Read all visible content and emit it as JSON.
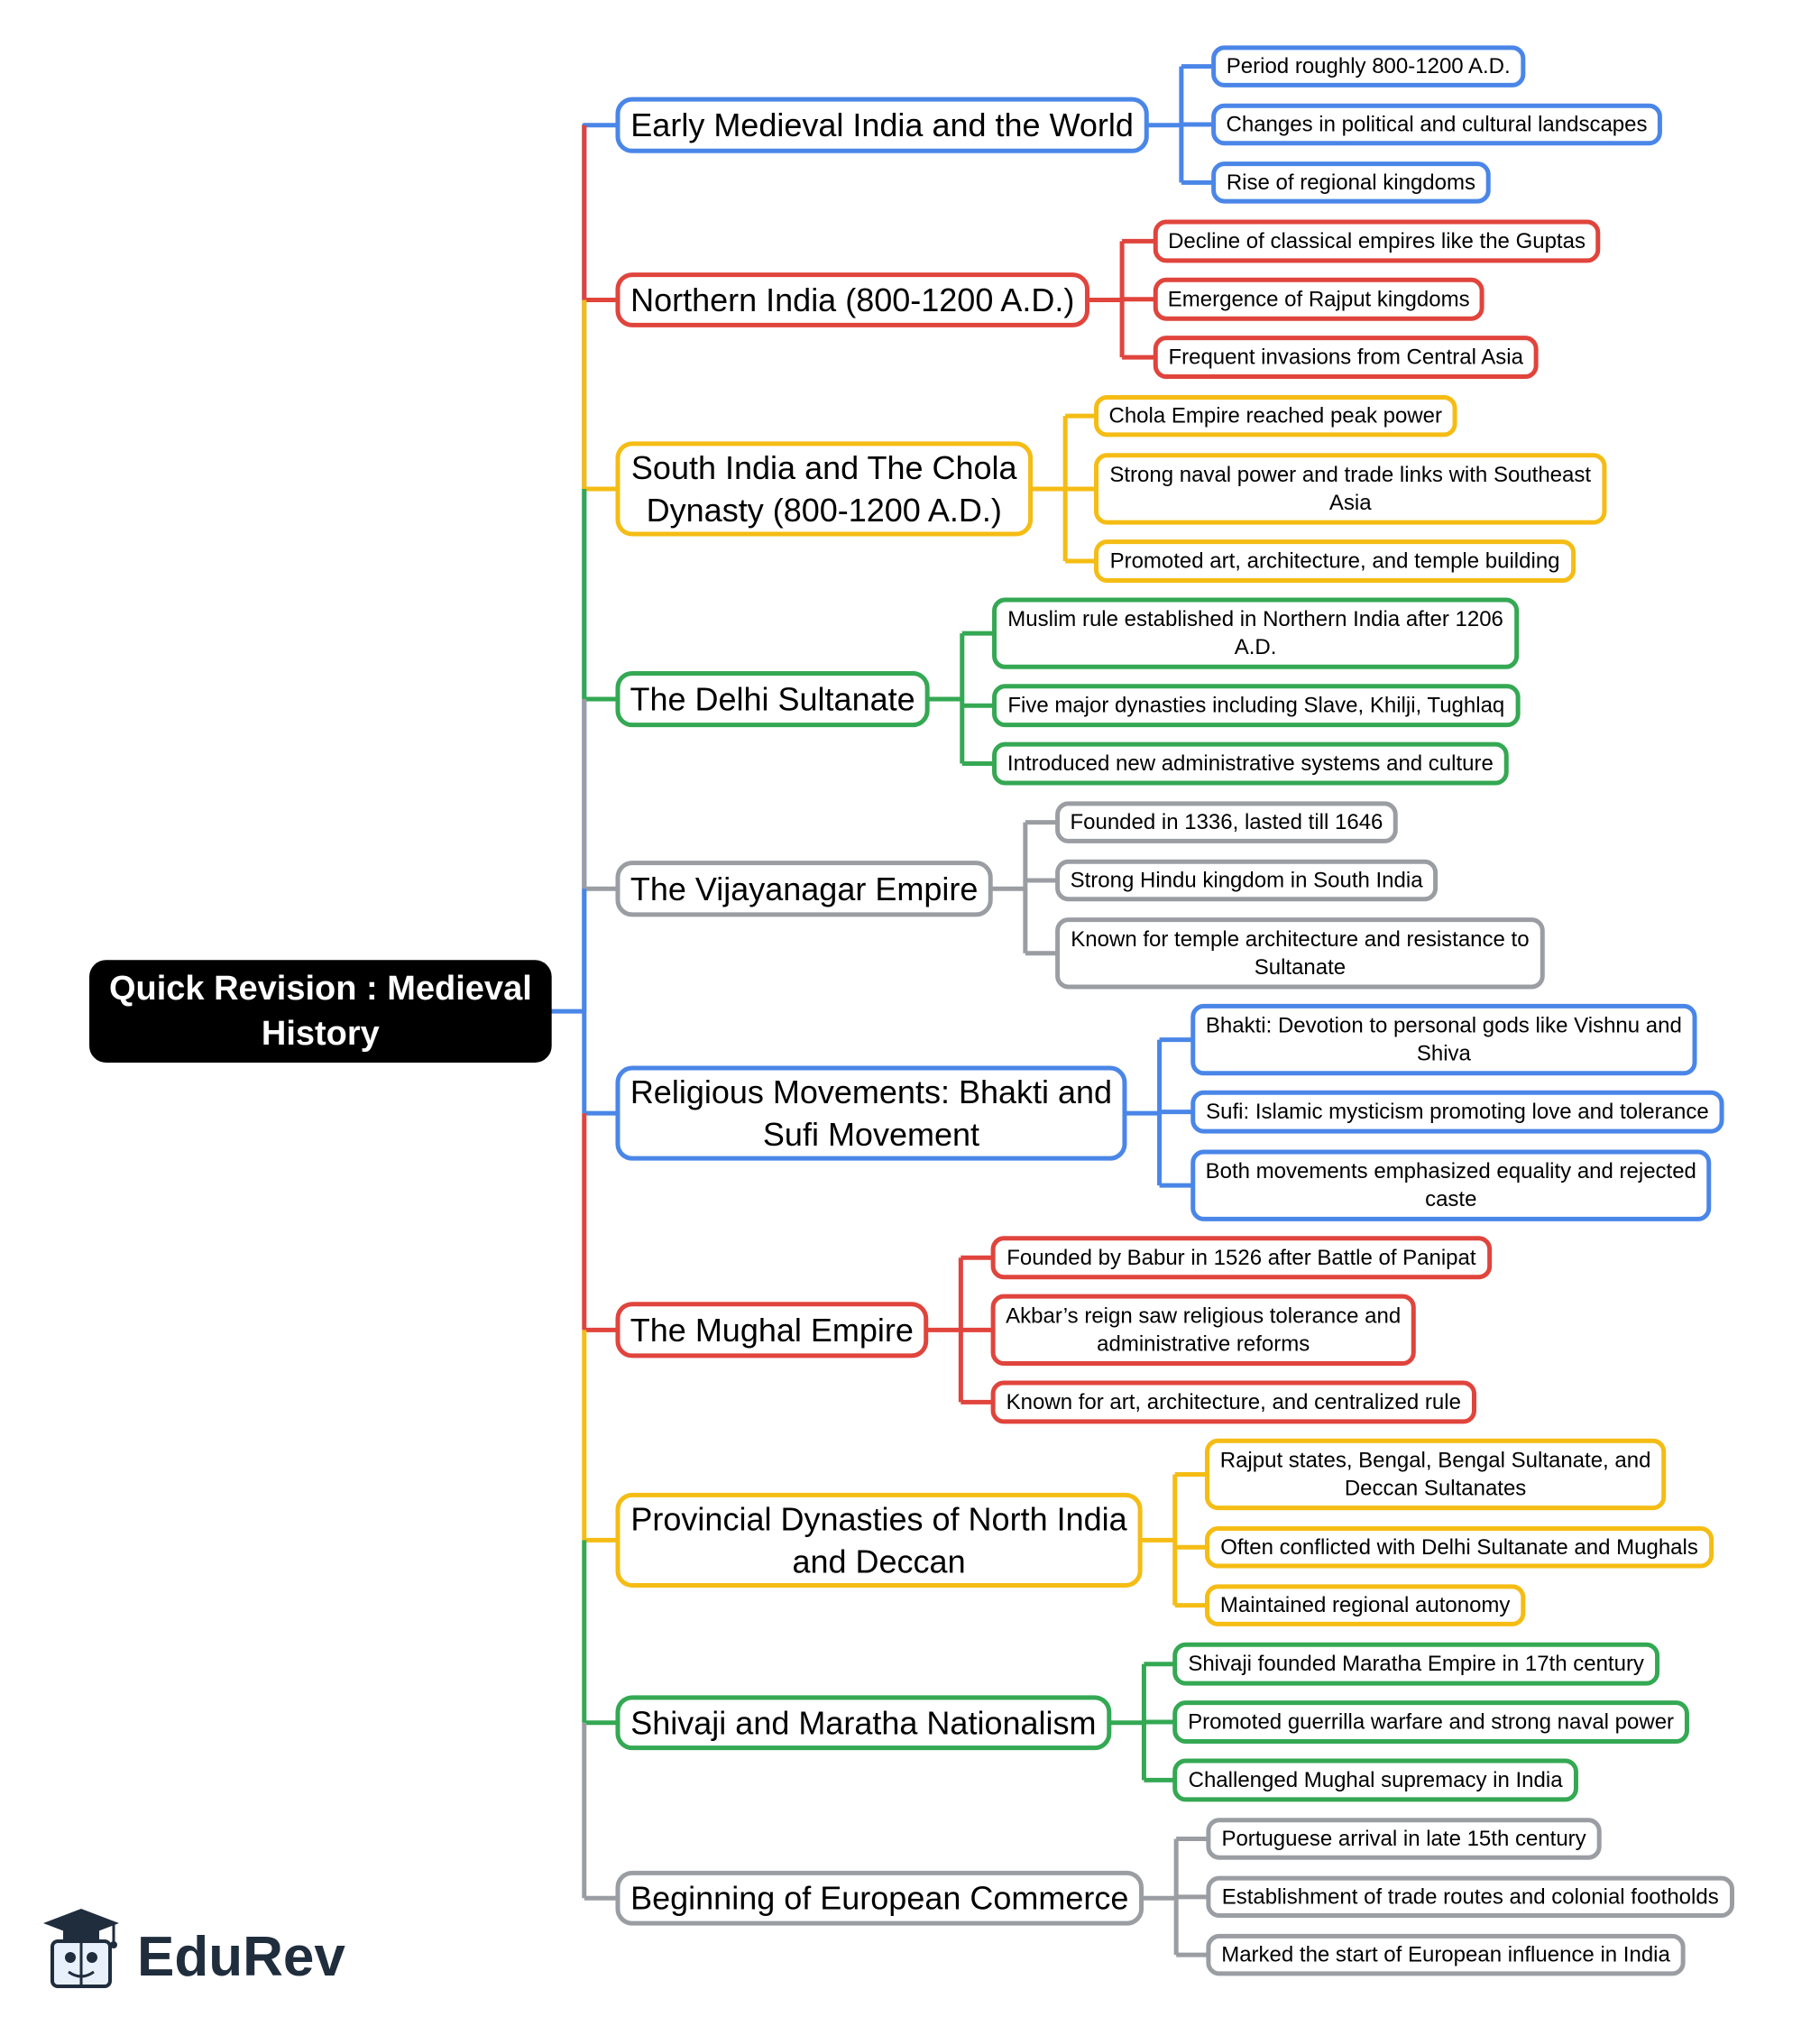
{
  "root": {
    "lines": [
      "Quick Revision : Medieval",
      "History"
    ]
  },
  "colors": {
    "blue": "#4a86e8",
    "red": "#e0443c",
    "yellow": "#f5bc14",
    "green": "#34a853",
    "gray": "#9a9ea3",
    "black": "#000000"
  },
  "topics": [
    {
      "color": "blue",
      "lines": [
        "Early Medieval India and the World"
      ],
      "children": [
        [
          "Period roughly 800-1200 A.D."
        ],
        [
          "Changes in political and cultural landscapes"
        ],
        [
          "Rise of regional kingdoms"
        ]
      ]
    },
    {
      "color": "red",
      "lines": [
        "Northern India (800-1200 A.D.)"
      ],
      "children": [
        [
          "Decline of classical empires like the Guptas"
        ],
        [
          "Emergence of Rajput kingdoms"
        ],
        [
          "Frequent invasions from Central Asia"
        ]
      ]
    },
    {
      "color": "yellow",
      "lines": [
        "South India and The Chola",
        "Dynasty (800-1200 A.D.)"
      ],
      "children": [
        [
          "Chola Empire reached peak power"
        ],
        [
          "Strong naval power and trade links with Southeast",
          "Asia"
        ],
        [
          "Promoted art, architecture, and temple building"
        ]
      ]
    },
    {
      "color": "green",
      "lines": [
        "The Delhi Sultanate"
      ],
      "children": [
        [
          "Muslim rule established in Northern India after 1206",
          "A.D."
        ],
        [
          "Five major dynasties including Slave, Khilji, Tughlaq"
        ],
        [
          "Introduced new administrative systems and culture"
        ]
      ]
    },
    {
      "color": "gray",
      "lines": [
        "The Vijayanagar Empire"
      ],
      "children": [
        [
          "Founded in 1336, lasted till 1646"
        ],
        [
          "Strong Hindu kingdom in South India"
        ],
        [
          "Known for temple architecture and resistance to",
          "Sultanate"
        ]
      ]
    },
    {
      "color": "blue",
      "lines": [
        "Religious Movements: Bhakti and",
        "Sufi Movement"
      ],
      "children": [
        [
          "Bhakti: Devotion to personal gods like Vishnu and",
          "Shiva"
        ],
        [
          "Sufi: Islamic mysticism promoting love and tolerance"
        ],
        [
          "Both movements emphasized equality and rejected",
          "caste"
        ]
      ]
    },
    {
      "color": "red",
      "lines": [
        "The Mughal Empire"
      ],
      "children": [
        [
          "Founded by Babur in 1526 after Battle of Panipat"
        ],
        [
          "Akbar’s reign saw religious tolerance and",
          "administrative reforms"
        ],
        [
          "Known for art, architecture, and centralized rule"
        ]
      ]
    },
    {
      "color": "yellow",
      "lines": [
        "Provincial Dynasties of North India",
        "and Deccan"
      ],
      "children": [
        [
          "Rajput states, Bengal, Bengal Sultanate, and",
          "Deccan Sultanates"
        ],
        [
          "Often conflicted with Delhi Sultanate and Mughals"
        ],
        [
          "Maintained regional autonomy"
        ]
      ]
    },
    {
      "color": "green",
      "lines": [
        "Shivaji and Maratha Nationalism"
      ],
      "children": [
        [
          "Shivaji founded Maratha Empire in 17th century"
        ],
        [
          "Promoted guerrilla warfare and strong naval power"
        ],
        [
          "Challenged Mughal supremacy in India"
        ]
      ]
    },
    {
      "color": "gray",
      "lines": [
        "Beginning of European Commerce"
      ],
      "children": [
        [
          "Portuguese arrival in late 15th century"
        ],
        [
          "Establishment of trade routes and colonial footholds"
        ],
        [
          "Marked the start of European influence in India"
        ]
      ]
    }
  ],
  "brand": {
    "name": "EduRev",
    "icon": "graduation-cap-mascot-icon"
  }
}
